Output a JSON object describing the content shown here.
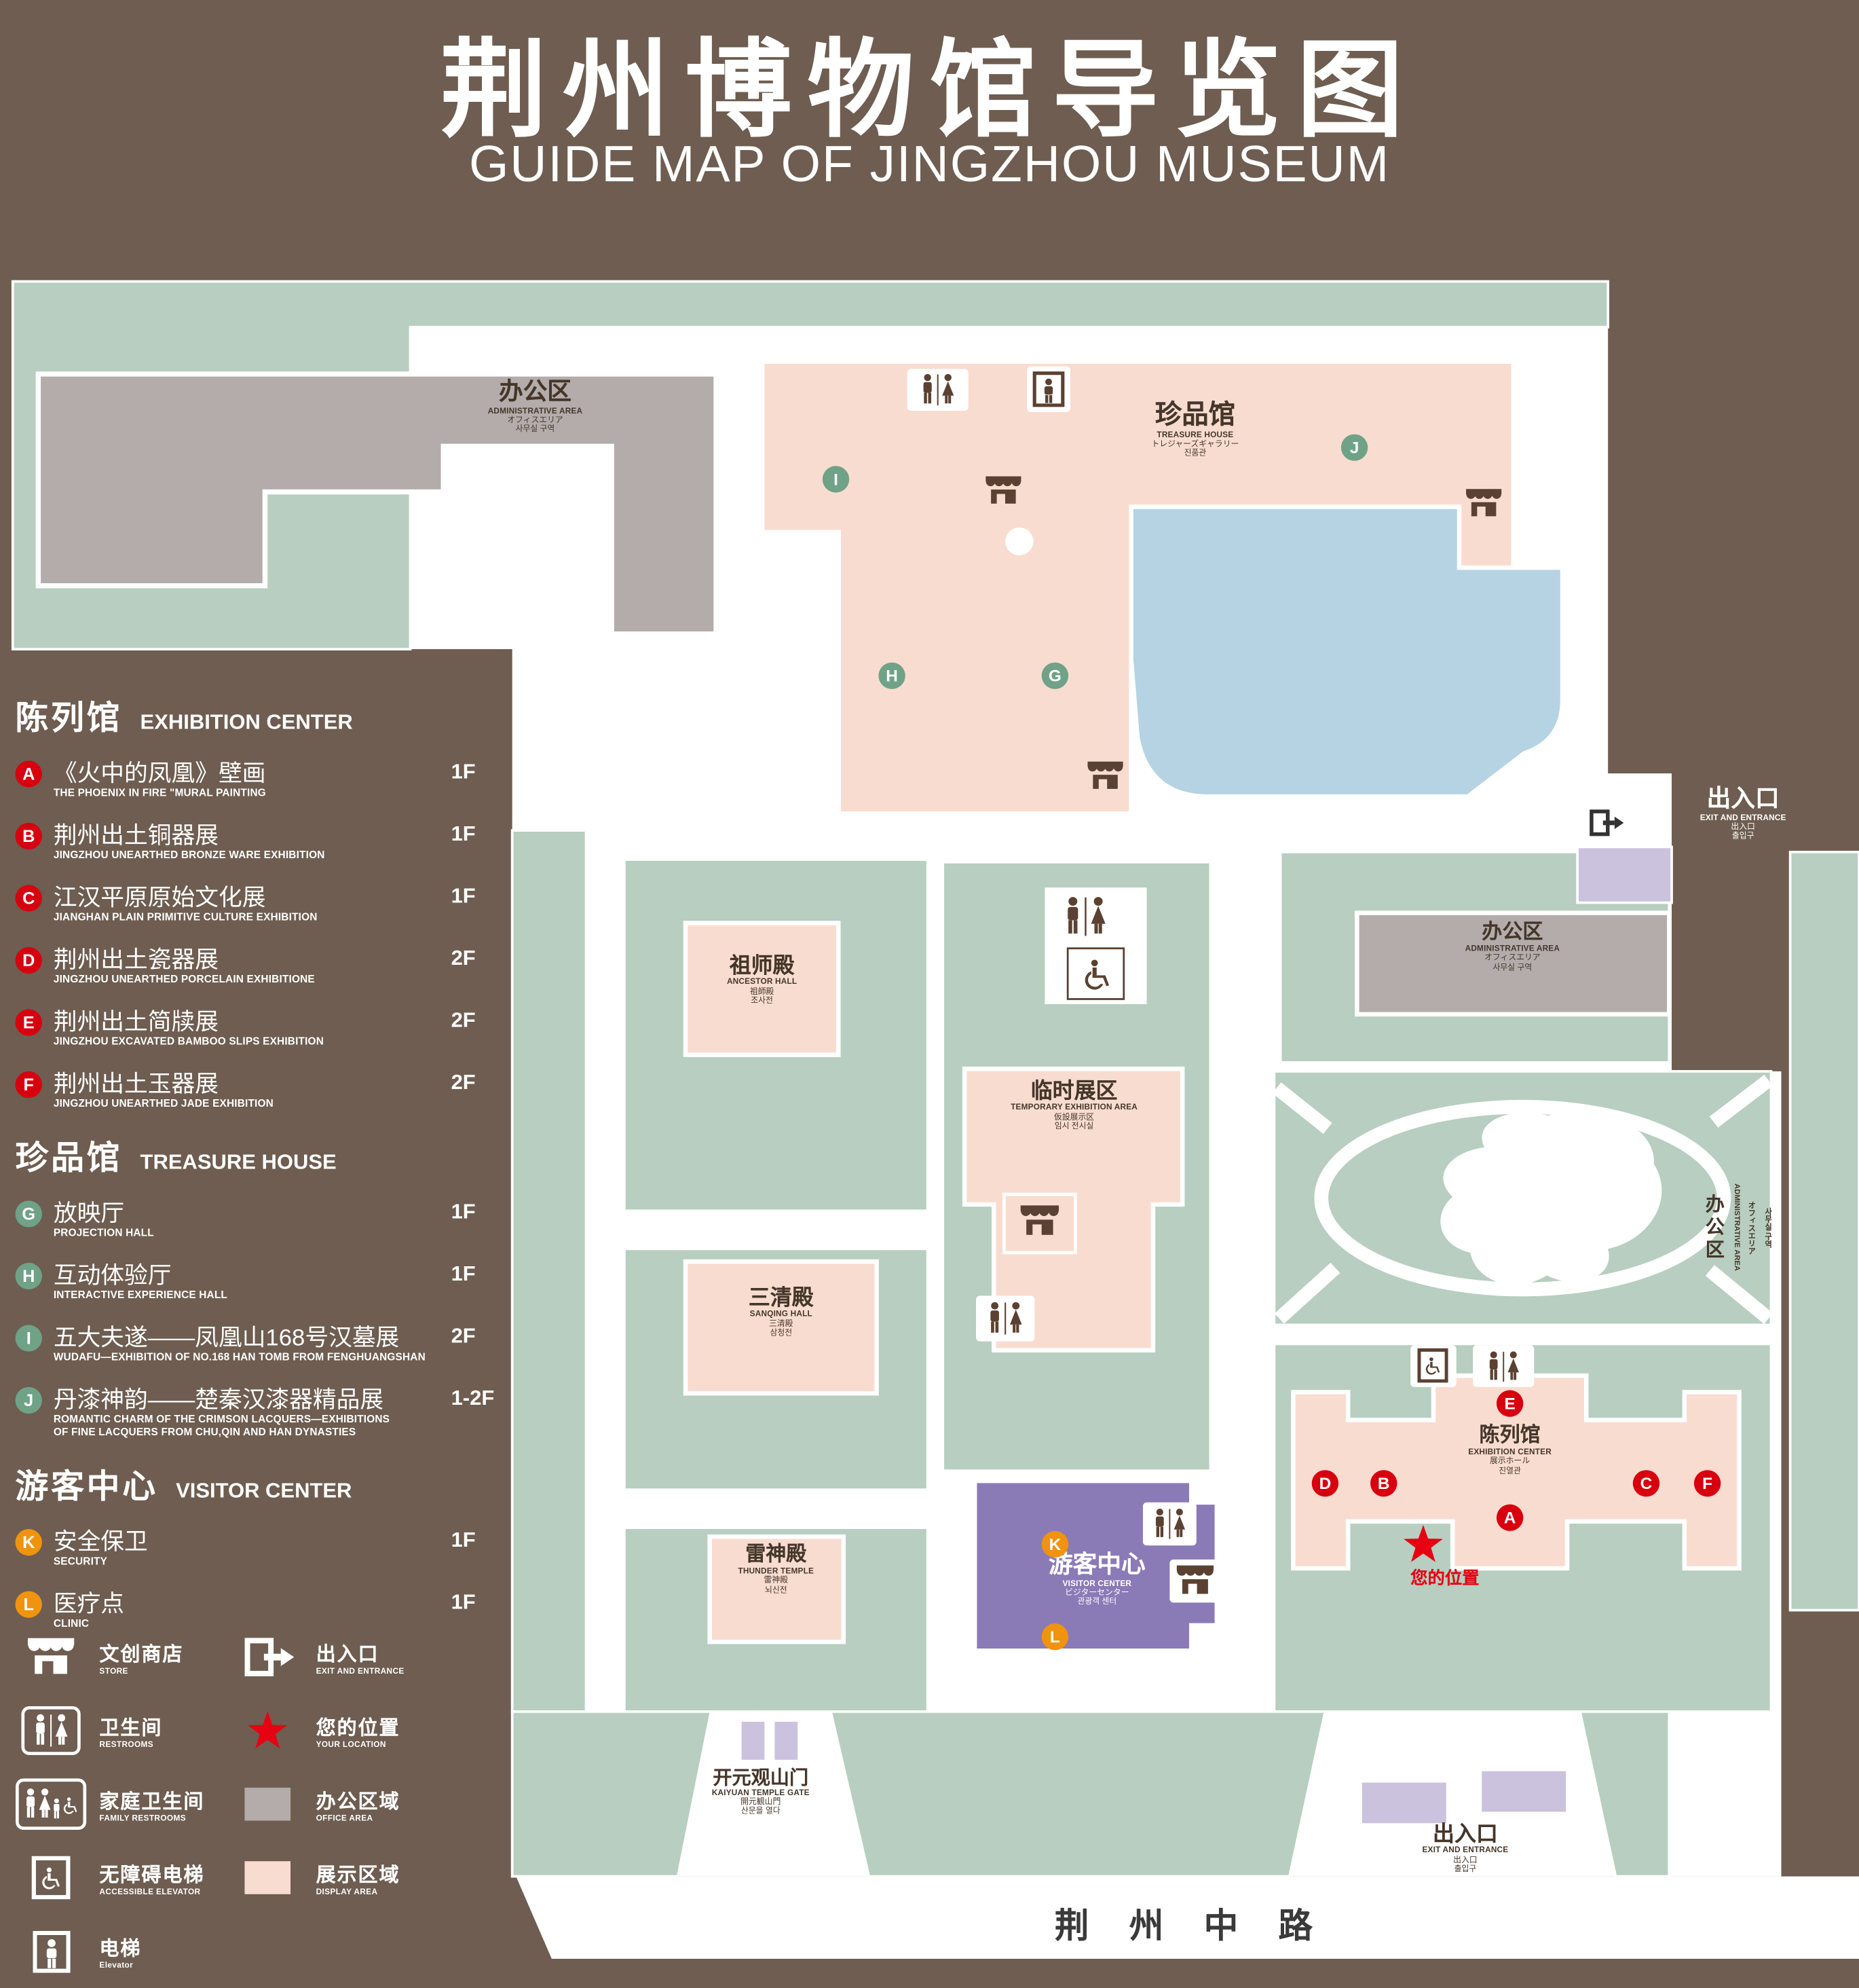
{
  "title": {
    "zh": "荆州博物馆导览图",
    "en": "GUIDE MAP OF JINGZHOU MUSEUM"
  },
  "sections": [
    {
      "heading_zh": "陈列馆",
      "heading_en": "EXHIBITION CENTER",
      "items": [
        {
          "key": "A",
          "zh": "《火中的凤凰》壁画",
          "en": "THE PHOENIX IN FIRE \"MURAL PAINTING",
          "floor": "1F"
        },
        {
          "key": "B",
          "zh": "荆州出土铜器展",
          "en": "JINGZHOU UNEARTHED BRONZE WARE EXHIBITION",
          "floor": "1F"
        },
        {
          "key": "C",
          "zh": "江汉平原原始文化展",
          "en": "JIANGHAN PLAIN PRIMITIVE CULTURE EXHIBITION",
          "floor": "1F"
        },
        {
          "key": "D",
          "zh": "荆州出土瓷器展",
          "en": "JINGZHOU UNEARTHED PORCELAIN EXHIBITIONE",
          "floor": "2F"
        },
        {
          "key": "E",
          "zh": "荆州出土简牍展",
          "en": "JINGZHOU EXCAVATED BAMBOO SLIPS EXHIBITION",
          "floor": "2F"
        },
        {
          "key": "F",
          "zh": "荆州出土玉器展",
          "en": "JINGZHOU UNEARTHED JADE EXHIBITION",
          "floor": "2F"
        }
      ]
    },
    {
      "heading_zh": "珍品馆",
      "heading_en": "TREASURE HOUSE",
      "items": [
        {
          "key": "G",
          "zh": "放映厅",
          "en": "PROJECTION HALL",
          "floor": "1F"
        },
        {
          "key": "H",
          "zh": "互动体验厅",
          "en": "INTERACTIVE EXPERIENCE HALL",
          "floor": "1F"
        },
        {
          "key": "I",
          "zh": "五大夫遂——凤凰山168号汉墓展",
          "en": "WUDAFU—EXHIBITION OF NO.168 HAN TOMB FROM FENGHUANGSHAN",
          "floor": "2F"
        },
        {
          "key": "J",
          "zh": "丹漆神韵——楚秦汉漆器精品展",
          "en": "ROMANTIC CHARM OF THE CRIMSON LACQUERS—EXHIBITIONS",
          "en2": "OF FINE LACQUERS FROM CHU,QIN AND HAN DYNASTIES",
          "floor": "1-2F"
        }
      ]
    },
    {
      "heading_zh": "游客中心",
      "heading_en": "VISITOR CENTER",
      "items": [
        {
          "key": "K",
          "zh": "安全保卫",
          "en": "SECURITY",
          "floor": "1F"
        },
        {
          "key": "L",
          "zh": "医疗点",
          "en": "CLINIC",
          "floor": "1F"
        }
      ]
    }
  ],
  "legend": [
    {
      "zh": "文创商店",
      "en": "STORE"
    },
    {
      "zh": "出入口",
      "en": "EXIT AND ENTRANCE"
    },
    {
      "zh": "卫生间",
      "en": "RESTROOMS"
    },
    {
      "zh": "您的位置",
      "en": "YOUR LOCATION"
    },
    {
      "zh": "家庭卫生间",
      "en": "FAMILY RESTROOMS"
    },
    {
      "zh": "办公区域",
      "en": "OFFICE AREA"
    },
    {
      "zh": "无障碍电梯",
      "en": "ACCESSIBLE ELEVATOR"
    },
    {
      "zh": "展示区域",
      "en": "DISPLAY AREA"
    },
    {
      "zh": "电梯",
      "en": "Elevator"
    }
  ],
  "map": {
    "admin_top": {
      "zh": "办公区",
      "en": "ADMINISTRATIVE AREA",
      "ja": "オフィスエリア",
      "ko": "사무실 구역"
    },
    "treasure_house": {
      "zh": "珍品馆",
      "en": "TREASURE HOUSE",
      "ja": "トレジャーズギャラリー",
      "ko": "진품관"
    },
    "exit_right": {
      "zh": "出入口",
      "en": "EXIT AND ENTRANCE",
      "ja": "出入口",
      "ko": "출입구"
    },
    "ancestor_hall": {
      "zh": "祖师殿",
      "en": "ANCESTOR HALL",
      "ja": "祖師殿",
      "ko": "조사전"
    },
    "admin_right": {
      "zh": "办公区",
      "en": "ADMINISTRATIVE AREA",
      "ja": "オフィスエリア",
      "ko": "사무실 구역"
    },
    "temporary_exhibition": {
      "zh": "临时展区",
      "en": "TEMPORARY EXHIBITION AREA",
      "ja": "仮設展示区",
      "ko": "임시 전시실"
    },
    "sanqing_hall": {
      "zh": "三清殿",
      "en": "SANQING HALL",
      "ja": "三清殿",
      "ko": "삼청전"
    },
    "exhibition_center": {
      "zh": "陈列馆",
      "en": "EXHIBITION CENTER",
      "ja": "展示ホール",
      "ko": "진열관"
    },
    "your_location": {
      "zh": "您的位置"
    },
    "thunder_temple": {
      "zh": "雷神殿",
      "en": "THUNDER TEMPLE",
      "ja": "雷神殿",
      "ko": "뇌신전"
    },
    "visitor_center": {
      "zh": "游客中心",
      "en": "VISITOR CENTER",
      "ja": "ビジターセンター",
      "ko": "관광객 센터"
    },
    "kaiyuan_gate": {
      "zh": "开元观山门",
      "en": "KAIYUAN TEMPLE GATE",
      "ja": "開元観山門",
      "ko": "산문을 열다"
    },
    "exit_bottom": {
      "zh": "出入口",
      "en": "EXIT AND ENTRANCE",
      "ja": "出入口",
      "ko": "출입구"
    },
    "road": {
      "zh": "荆 州 中 路"
    },
    "admin_right_strip": {
      "zh": "办公区",
      "en": "ADMINISTRATIVE AREA",
      "ja": "オフィスエリア",
      "ko": "사무실 구역"
    }
  },
  "markers": {
    "A": "A",
    "B": "B",
    "C": "C",
    "D": "D",
    "E": "E",
    "F": "F",
    "G": "G",
    "H": "H",
    "I": "I",
    "J": "J",
    "K": "K",
    "L": "L"
  },
  "colors": {
    "background": "#6e5d50",
    "campus_green": "#b7cec0",
    "display_pink": "#f9dcd0",
    "office_gray": "#b3acab",
    "pond_blue": "#b5d3e3",
    "visitor_purple": "#8a7ab6",
    "entrance_lilac": "#cbc2de",
    "badge_red": "#d7000f",
    "badge_green": "#6fa287",
    "badge_orange": "#f0930f",
    "icon_brown": "#5b4131",
    "location_red": "#e60012"
  }
}
